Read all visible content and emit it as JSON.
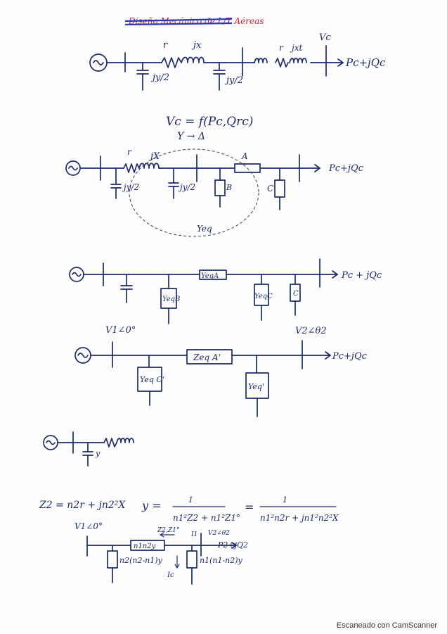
{
  "document": {
    "title": "Diseño Mecánico de L/T Aéreas",
    "diagram1": {
      "r": "r",
      "jx": "jx",
      "shunt": "jy/2",
      "rt": "r",
      "jxt": "jxt",
      "vc": "Vc",
      "load": "Pc+jQc"
    },
    "equation_vc": "Vc = f(Pc,Qrc)",
    "transform_label": "Y → Δ",
    "diagram2": {
      "r": "r",
      "jx": "jX",
      "shunt": "jy/2",
      "a": "A",
      "b": "B",
      "c": "C",
      "yeq": "Yeq",
      "load": "Pc+jQc"
    },
    "diagram3": {
      "series": "YeqA",
      "shunt_b": "YeqB",
      "shunt_c1": "YeqC",
      "shunt_c2": "C",
      "load": "Pc + jQc"
    },
    "diagram4": {
      "v1": "V1∠0°",
      "v2": "V2∠θ2",
      "series": "Zeq A'",
      "shunt_c": "Yeq C'",
      "shunt_y": "Yeq'",
      "load": "Pc+jQc"
    },
    "diagram5": {
      "y": "y"
    },
    "equations": {
      "z2": "Z2 = n2r + jn2²X",
      "y_lhs": "y =",
      "frac1_num": "1",
      "frac1_den": "n1²Z2 + n1²Z1°",
      "eq": "=",
      "frac2_num": "1",
      "frac2_den": "n1²n2r + jn1²n2²X"
    },
    "diagram6": {
      "v1": "V1∠0°",
      "z2z1": "Z2,Z1°",
      "series": "n1n2y",
      "i1": "I1",
      "v2": "V2∠θ2",
      "load": "P2+jQ2",
      "shunt_left": "n2(n2-n1)y",
      "ic": "Ic",
      "shunt_right": "n1(n1-n2)y"
    },
    "footer": "Escaneado con CamScanner"
  }
}
